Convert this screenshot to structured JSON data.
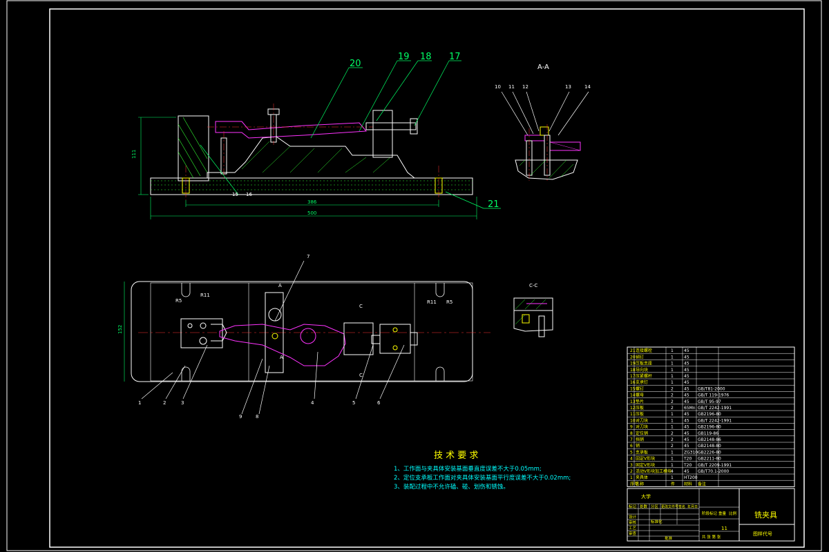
{
  "section_aa": {
    "title": "A-A",
    "labels": [
      "10",
      "11",
      "12",
      "13",
      "14"
    ]
  },
  "section_cc": {
    "title": "C-C"
  },
  "callouts_top": [
    "20",
    "19",
    "18",
    "17",
    "21",
    "15",
    "16"
  ],
  "callouts_plan": [
    "1",
    "2",
    "3",
    "4",
    "5",
    "6",
    "7",
    "8",
    "9"
  ],
  "dims": {
    "height": "111",
    "inner": "386",
    "overall": "500",
    "width_plan": "152"
  },
  "plan_marks": {
    "a_top": "A",
    "a_bottom": "A",
    "c_top": "C",
    "c_bottom": "C",
    "r11": "R11",
    "r5": "R5"
  },
  "tech_req": {
    "title": "技 术 要 求",
    "items": [
      "1、工作面与夹具体安装基面垂直度误差不大于0.05mm;",
      "2、定位支承板工作面对夹具体安装基面平行度误差不大于0.02mm;",
      "3、装配过程中不允许磕、碰、划伤和锈蚀。"
    ]
  },
  "bom": [
    {
      "no": "21",
      "name": "连接螺栓",
      "qty": "1",
      "mat": "45",
      "std": ""
    },
    {
      "no": "20",
      "name": "销钉",
      "qty": "1",
      "mat": "45",
      "std": ""
    },
    {
      "no": "19",
      "name": "压板支座",
      "qty": "1",
      "mat": "45",
      "std": ""
    },
    {
      "no": "18",
      "name": "导向块",
      "qty": "1",
      "mat": "45",
      "std": ""
    },
    {
      "no": "17",
      "name": "压紧螺杆",
      "qty": "1",
      "mat": "45",
      "std": ""
    },
    {
      "no": "16",
      "name": "支承钉",
      "qty": "1",
      "mat": "45",
      "std": ""
    },
    {
      "no": "15",
      "name": "螺钉",
      "qty": "2",
      "mat": "45",
      "std": "GB/T81-2000"
    },
    {
      "no": "14",
      "name": "螺母",
      "qty": "2",
      "mat": "45",
      "std": "GB/T 119-1976"
    },
    {
      "no": "13",
      "name": "垫片",
      "qty": "2",
      "mat": "45",
      "std": "GB/T 95-97"
    },
    {
      "no": "12",
      "name": "压板",
      "qty": "2",
      "mat": "65Mn",
      "std": "GB/T 2242-1991"
    },
    {
      "no": "11",
      "name": "压板",
      "qty": "1",
      "mat": "45",
      "std": "GB2196-80"
    },
    {
      "no": "10",
      "name": "对刀块",
      "qty": "1",
      "mat": "45",
      "std": "GB/T 2242-1991"
    },
    {
      "no": "9",
      "name": "对刀块",
      "qty": "1",
      "mat": "45",
      "std": "GB2196-80"
    },
    {
      "no": "8",
      "name": "定位销",
      "qty": "2",
      "mat": "45",
      "std": "GB119-86"
    },
    {
      "no": "7",
      "name": "挡销",
      "qty": "2",
      "mat": "45",
      "std": "GB2148-86"
    },
    {
      "no": "6",
      "name": "销",
      "qty": "2",
      "mat": "45",
      "std": "GB2148-80"
    },
    {
      "no": "5",
      "name": "支承板",
      "qty": "1",
      "mat": "ZG310",
      "std": "GB2226-80"
    },
    {
      "no": "4",
      "name": "固定V形块",
      "qty": "1",
      "mat": "T20",
      "std": "GB2211-80"
    },
    {
      "no": "3",
      "name": "固定V形块",
      "qty": "1",
      "mat": "T20",
      "std": "GB/T 2209-1991"
    },
    {
      "no": "2",
      "name": "活动V形块加工模块",
      "qty": "4",
      "mat": "45",
      "std": "GB/T70.1-2000"
    },
    {
      "no": "1",
      "name": "夹具体",
      "qty": "1",
      "mat": "HT200",
      "std": ""
    }
  ],
  "bom_header": {
    "no": "序号",
    "name": "名称",
    "qty": "件",
    "mat": "材料",
    "std": "备注"
  },
  "title_block": {
    "drawing_name": "铣夹具",
    "drawing_code": "图样代号",
    "sheet_mark": "11",
    "school": "大学",
    "rows": [
      "设计",
      "审核",
      "工艺",
      "审查",
      "标准化",
      "批准"
    ],
    "cols": [
      "标记",
      "处数",
      "分区",
      "更改文件号",
      "签名",
      "年月日"
    ],
    "stage": "阶段标记",
    "weight": "重量",
    "scale": "比例",
    "total": "共 张 第 张"
  }
}
